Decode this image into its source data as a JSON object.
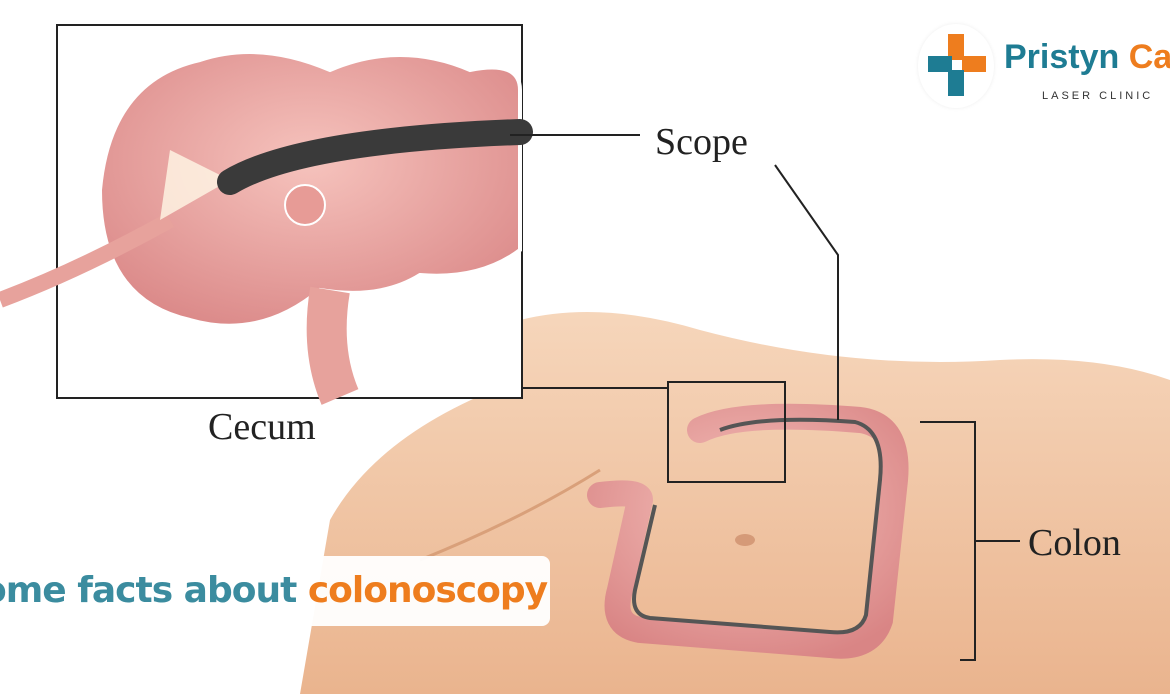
{
  "labels": {
    "scope": "Scope",
    "cecum": "Cecum",
    "colon": "Colon"
  },
  "logo": {
    "brand_part1": "Pristyn",
    "brand_part2": "Ca",
    "tagline": "LASER CLINIC"
  },
  "title": {
    "part1": "ome facts about",
    "part2": "colonoscopy"
  },
  "colors": {
    "teal": "#3b8c9f",
    "orange": "#ee7d1e",
    "skin": "#f2c9a6",
    "colon": "#e99a9a",
    "scope": "#3a3a3a"
  }
}
